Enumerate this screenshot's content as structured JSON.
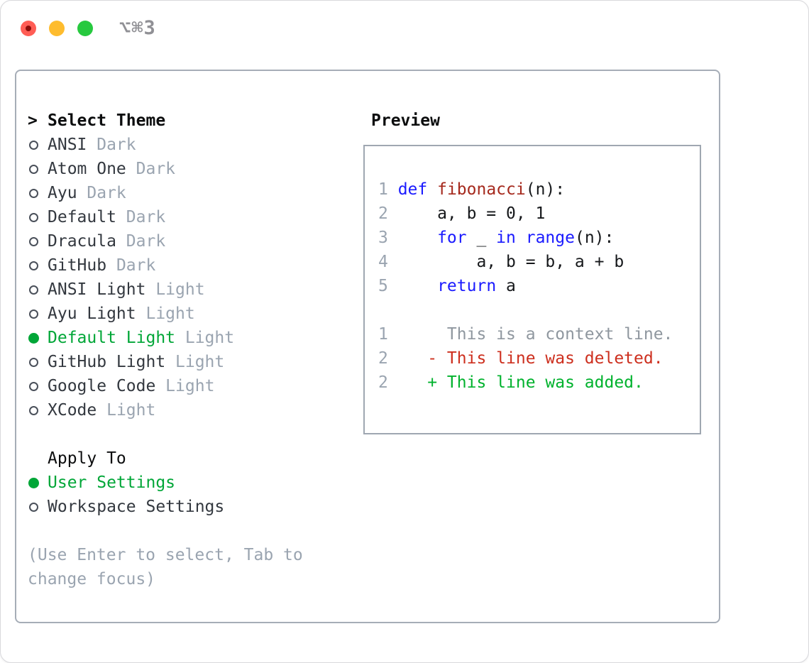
{
  "window": {
    "shortcut": "⌥⌘3",
    "traffic_lights": [
      "close",
      "minimize",
      "zoom"
    ]
  },
  "theme_picker": {
    "caret": ">",
    "header": "Select Theme",
    "items": [
      {
        "name": "ANSI",
        "variant": "Dark",
        "selected": false
      },
      {
        "name": "Atom One",
        "variant": "Dark",
        "selected": false
      },
      {
        "name": "Ayu",
        "variant": "Dark",
        "selected": false
      },
      {
        "name": "Default",
        "variant": "Dark",
        "selected": false
      },
      {
        "name": "Dracula",
        "variant": "Dark",
        "selected": false
      },
      {
        "name": "GitHub",
        "variant": "Dark",
        "selected": false
      },
      {
        "name": "ANSI Light",
        "variant": "Light",
        "selected": false
      },
      {
        "name": "Ayu Light",
        "variant": "Light",
        "selected": false
      },
      {
        "name": "Default Light",
        "variant": "Light",
        "selected": true
      },
      {
        "name": "GitHub Light",
        "variant": "Light",
        "selected": false
      },
      {
        "name": "Google Code",
        "variant": "Light",
        "selected": false
      },
      {
        "name": "XCode",
        "variant": "Light",
        "selected": false
      }
    ]
  },
  "apply_to": {
    "header": "Apply To",
    "options": [
      {
        "label": "User Settings",
        "selected": true
      },
      {
        "label": "Workspace Settings",
        "selected": false
      }
    ]
  },
  "hint": "(Use Enter to select, Tab to change focus)",
  "preview": {
    "header": "Preview",
    "lines": [
      {
        "num": "1",
        "tokens": [
          {
            "c": "kw",
            "t": "def"
          },
          {
            "c": "plain",
            "t": " "
          },
          {
            "c": "fn",
            "t": "fibonacci"
          },
          {
            "c": "plain",
            "t": "(n):"
          }
        ]
      },
      {
        "num": "2",
        "tokens": [
          {
            "c": "plain",
            "t": "    a, b = 0, 1"
          }
        ]
      },
      {
        "num": "3",
        "tokens": [
          {
            "c": "plain",
            "t": "    "
          },
          {
            "c": "kw",
            "t": "for"
          },
          {
            "c": "plain",
            "t": " _ "
          },
          {
            "c": "kw",
            "t": "in"
          },
          {
            "c": "plain",
            "t": " "
          },
          {
            "c": "kw",
            "t": "range"
          },
          {
            "c": "plain",
            "t": "(n):"
          }
        ]
      },
      {
        "num": "4",
        "tokens": [
          {
            "c": "plain",
            "t": "        a, b = b, a + b"
          }
        ]
      },
      {
        "num": "5",
        "tokens": [
          {
            "c": "plain",
            "t": "    "
          },
          {
            "c": "kw",
            "t": "return"
          },
          {
            "c": "plain",
            "t": " a"
          }
        ]
      },
      {
        "num": "",
        "tokens": []
      },
      {
        "num": "1",
        "tokens": [
          {
            "c": "ctx",
            "t": "     This is a context line."
          }
        ]
      },
      {
        "num": "2",
        "tokens": [
          {
            "c": "del",
            "t": "   - This line was deleted."
          }
        ]
      },
      {
        "num": "2",
        "tokens": [
          {
            "c": "add",
            "t": "   + This line was added."
          }
        ]
      }
    ]
  },
  "colors": {
    "accent_green": "#00a637",
    "keyword_blue": "#1a1aff",
    "function_red": "#a5291d",
    "diff_deleted_red": "#cd2f1e",
    "diff_added_green": "#00b22d",
    "muted_gray": "#9aa4b0",
    "context_gray": "#8f979f",
    "text_dark": "#33383f",
    "traffic_red": "#ff5d55",
    "traffic_yellow": "#febc2e",
    "traffic_green": "#27c93f"
  }
}
